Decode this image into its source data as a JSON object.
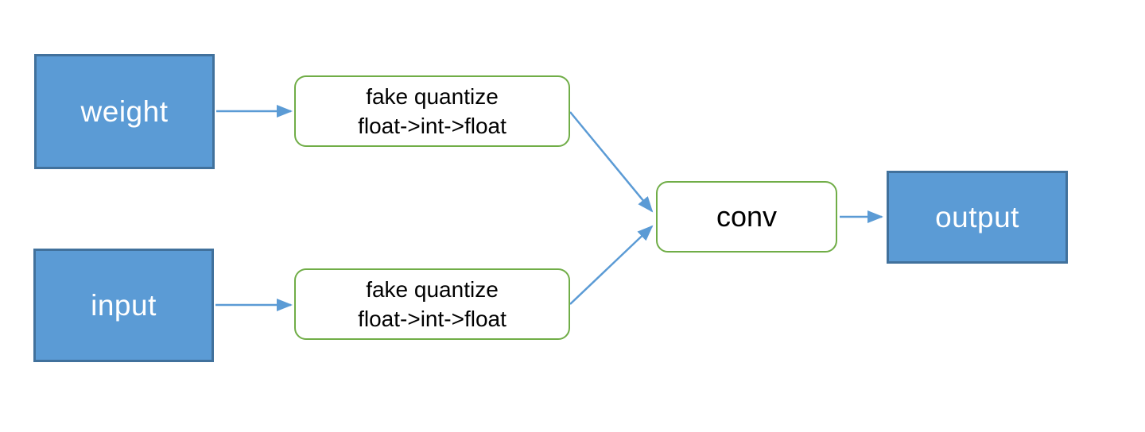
{
  "colors": {
    "blue_fill": "#5b9bd5",
    "blue_border": "#41719c",
    "green_border": "#70ad47",
    "arrow": "#5b9bd5",
    "light_text": "#ffffff",
    "dark_text": "#000000",
    "background": "#ffffff"
  },
  "nodes": {
    "weight": {
      "label": "weight"
    },
    "input": {
      "label": "input"
    },
    "fq_weight": {
      "line1": "fake quantize",
      "line2": "float->int->float"
    },
    "fq_input": {
      "line1": "fake quantize",
      "line2": "float->int->float"
    },
    "conv": {
      "label": "conv"
    },
    "output": {
      "label": "output"
    }
  },
  "edges": [
    {
      "from": "weight",
      "to": "fq_weight"
    },
    {
      "from": "input",
      "to": "fq_input"
    },
    {
      "from": "fq_weight",
      "to": "conv"
    },
    {
      "from": "fq_input",
      "to": "conv"
    },
    {
      "from": "conv",
      "to": "output"
    }
  ]
}
